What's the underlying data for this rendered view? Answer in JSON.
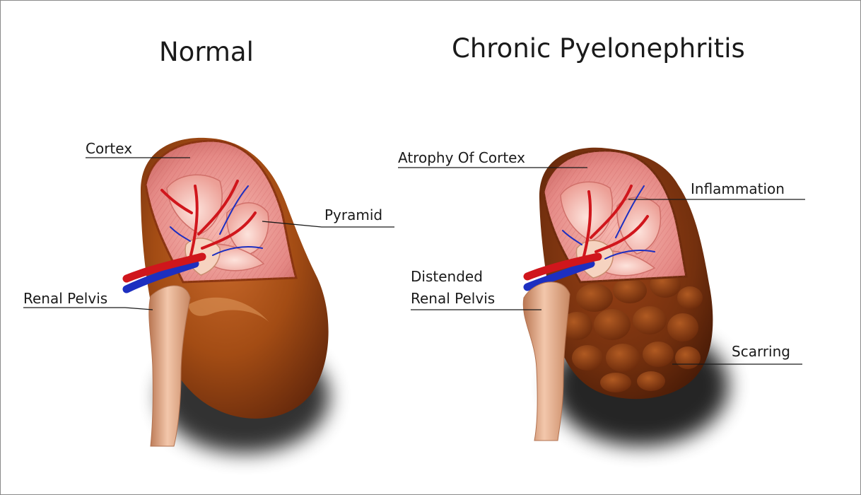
{
  "titles": {
    "normal": "Normal",
    "chronic": "Chronic Pyelonephritis"
  },
  "labels": {
    "cortex": "Cortex",
    "pyramid": "Pyramid",
    "renal_pelvis": "Renal Pelvis",
    "atrophy_of_cortex": "Atrophy Of Cortex",
    "inflammation": "Inflammation",
    "distended_line1": "Distended",
    "distended_line2": "Renal Pelvis",
    "scarring": "Scarring"
  },
  "colors": {
    "background": "#ffffff",
    "kidney_surface": "#9a4511",
    "scarred_surface": "#6f2c0d",
    "cortex_tissue": "#e58a86",
    "pyramid_tissue": "#f1bcb4",
    "artery": "#d0161c",
    "vein": "#1d2fc0",
    "ureter": "#e3a98a",
    "leader_line": "#1a1a1a"
  }
}
